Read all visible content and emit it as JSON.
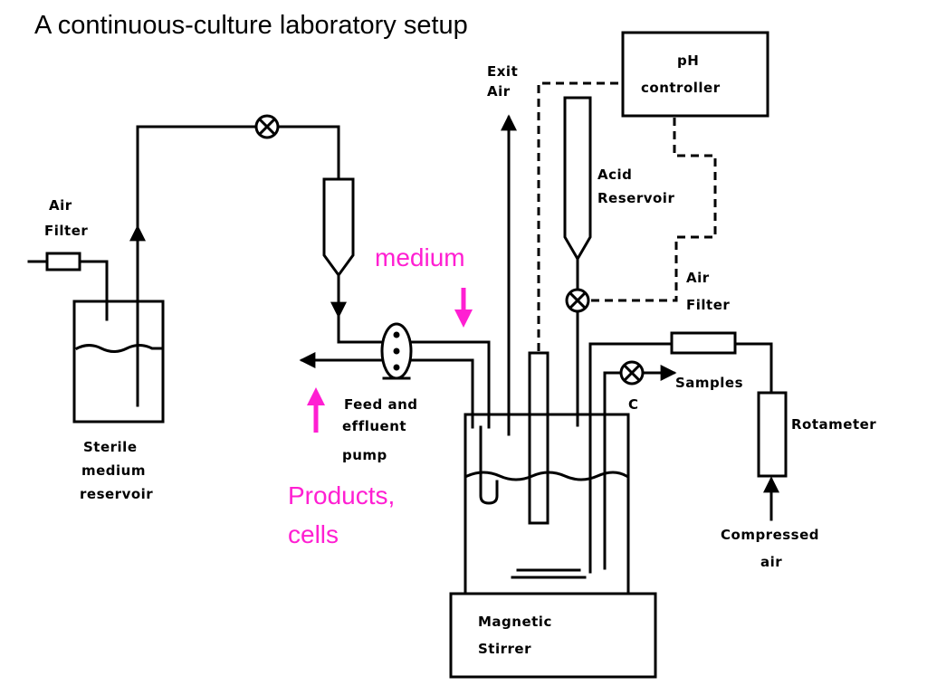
{
  "title": "A continuous-culture laboratory setup",
  "labels": {
    "air_filter_left": [
      "Air",
      "Filter"
    ],
    "reservoir": [
      "Sterile",
      "medium",
      "reservoir"
    ],
    "pump": [
      "Feed and",
      "effluent",
      "pump"
    ],
    "exit_air": [
      "Exit",
      "Air"
    ],
    "ph_controller": [
      "pH",
      "controller"
    ],
    "acid_reservoir": [
      "Acid",
      "Reservoir"
    ],
    "air_filter_right": [
      "Air",
      "Filter"
    ],
    "samples": "Samples",
    "valve_c": "C",
    "rotameter": "Rotameter",
    "compressed_air": [
      "Compressed",
      "air"
    ],
    "magnetic_stirrer": [
      "Magnetic",
      "Stirrer"
    ]
  },
  "annotations": {
    "medium": "medium",
    "products": [
      "Products,",
      "cells"
    ],
    "color": "#ff1fd2"
  }
}
